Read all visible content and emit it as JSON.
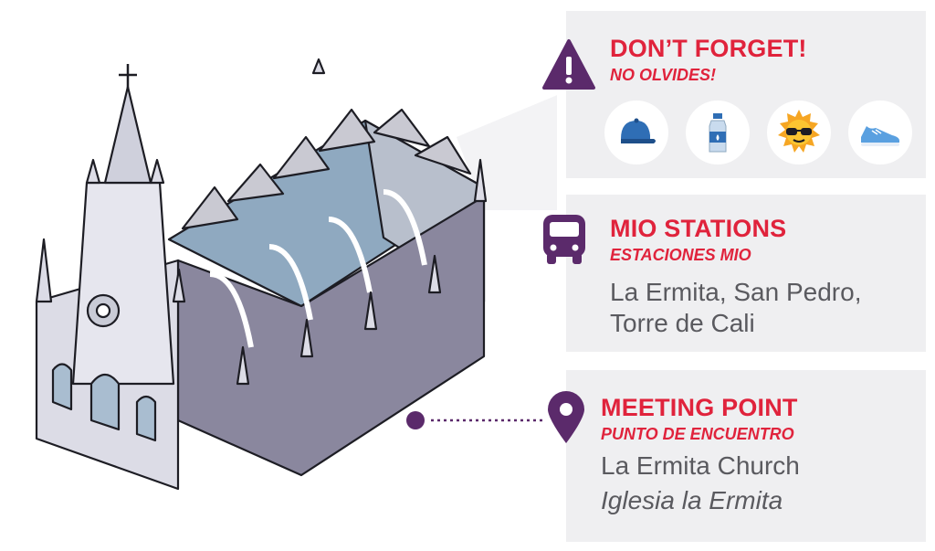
{
  "reminder": {
    "title": "DON’T FORGET!",
    "subtitle": "NO OLVIDES!",
    "icons": [
      "cap-icon",
      "water-bottle-icon",
      "sun-sunglasses-icon",
      "sneaker-icon"
    ]
  },
  "stations": {
    "title": "MIO STATIONS",
    "subtitle": "ESTACIONES MIO",
    "line1": "La Ermita, San Pedro,",
    "line2": "Torre de Cali"
  },
  "meeting": {
    "title": "MEETING POINT",
    "subtitle": "PUNTO DE ENCUENTRO",
    "place": "La Ermita Church",
    "place_es": "Iglesia la Ermita"
  },
  "colors": {
    "accent": "#e0233c",
    "icon": "#5b2a6b",
    "panel": "#efeff1"
  }
}
